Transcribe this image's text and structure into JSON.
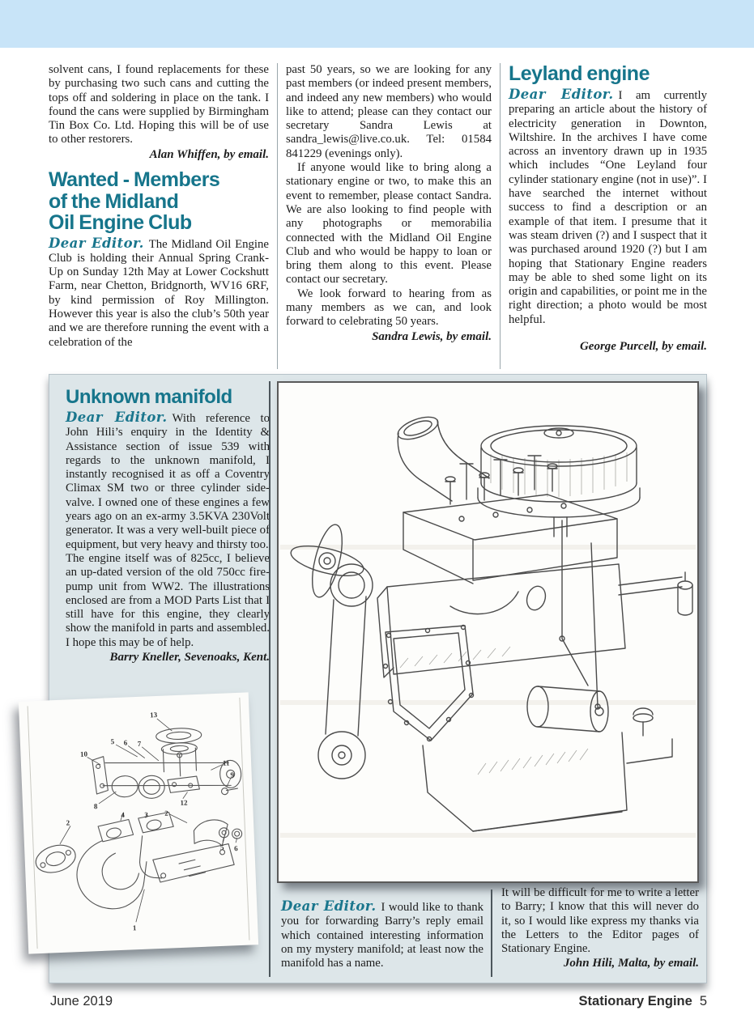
{
  "palette": {
    "accent_teal": "#16758b",
    "top_band": "#c8e4f8",
    "panel_background": "#dde6e9"
  },
  "letters": {
    "col1": {
      "body1": "solvent cans, I found replacements for these by purchasing two such cans and cutting the tops off and soldering in place on the tank. I found the cans were supplied by Birmingham Tin Box Co. Ltd. Hoping this will be of use to other restorers.",
      "sig1": "Alan Whiffen, by email.",
      "headline": [
        "Wanted - Members",
        "of the Midland",
        "Oil Engine Club"
      ],
      "dear": "Dear Editor.",
      "body2": "The Midland Oil Engine Club is holding their Annual Spring Crank-Up on Sunday 12th May at Lower Cockshutt Farm, near Chetton, Bridgnorth, WV16 6RF, by kind permission of Roy Millington. However this year is also the club’s 50th year and we are therefore running the event with a celebration of the"
    },
    "col2": {
      "para1": "past 50 years, so we are looking for any past members (or indeed present members, and indeed any new members) who would like to attend; please can they contact our secretary Sandra Lewis at sandra_lewis@live.co.uk. Tel: 01584 841229 (evenings only).",
      "para2": "If anyone would like to bring along a stationary engine or two, to make this an event to remember, please contact Sandra. We are also looking to find people with any photographs or memorabilia connected with the Midland Oil Engine Club and who would be happy to loan or bring them along to this event. Please contact our secretary.",
      "para3": "We look forward to hearing from as many members as we can, and look forward to celebrating 50 years.",
      "sig": "Sandra Lewis, by email."
    },
    "col3": {
      "headline": "Leyland engine",
      "dear": "Dear Editor.",
      "body": "I am currently preparing an article about the history of electricity generation in Downton, Wiltshire. In the archives I have come across an inventory drawn up in 1935 which includes “One Leyland four cylinder stationary engine (not in use)”. I have searched the internet without success to find a description or an example of that item. I presume that it was steam driven (?) and I suspect that it was purchased around 1920 (?) but I am hoping that Stationary Engine readers may be able to shed some light on its origin and capabilities, or point me in the right direction; a photo would be most helpful.",
      "sig": "George Purcell, by email."
    }
  },
  "panel": {
    "headline": "Unknown manifold",
    "dear": "Dear Editor.",
    "body1": "With reference to John Hili’s enquiry in the Identity & Assistance section of issue 539 with regards to the unknown manifold, I instantly recognised it as off a Coventry Climax SM two or three cylinder side-valve. I owned one of these engines a few years ago on an ex-army 3.5KVA 230Volt generator. It was a very well-built piece of equipment, but very heavy and thirsty too.",
    "body2": "The engine itself was of 825cc, I believe an up-dated version of the old 750cc fire-pump unit from WW2. The illustrations enclosed are from a MOD Parts List that I still have for this engine, they clearly show the manifold in parts and assembled. I hope this may be of help.",
    "sig": "Barry Kneller, Sevenoaks, Kent.",
    "reply_mid": {
      "dear": "Dear Editor.",
      "body": "I would like to thank you for forwarding Barry’s reply email which contained interesting information on my mystery manifold; at least now the manifold has a name."
    },
    "reply_right": {
      "body": "It will be difficult for me to write a letter to Barry; I know that this will never do it, so I would like express my thanks via the Letters to the Editor pages of Stationary Engine.",
      "sig": "John Hili, Malta, by email."
    },
    "callouts": [
      "1",
      "2",
      "3",
      "4",
      "5",
      "6",
      "7",
      "8",
      "9",
      "10",
      "11",
      "12",
      "13"
    ]
  },
  "footer": {
    "issue": "June 2019",
    "magazine": "Stationary Engine",
    "page": "5"
  }
}
